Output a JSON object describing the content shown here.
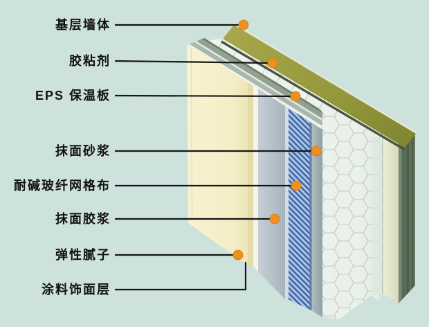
{
  "diagram": {
    "kind": "external-wall-insulation-cutaway",
    "labels": [
      {
        "id": "base-wall",
        "text": "基层墙体"
      },
      {
        "id": "adhesive",
        "text": "胶粘剂"
      },
      {
        "id": "eps-board",
        "text": "EPS 保温板"
      },
      {
        "id": "render-mortar",
        "text": "抹面砂浆"
      },
      {
        "id": "glass-fiber-mesh",
        "text": "耐碱玻纤网格布"
      },
      {
        "id": "render-paste",
        "text": "抹面胶浆"
      },
      {
        "id": "elastic-putty",
        "text": "弹性腻子"
      },
      {
        "id": "paint-finish",
        "text": "涂料饰面层"
      }
    ],
    "colors": {
      "background": "#cde1dd",
      "callout_line": "#161616",
      "marker": "#ee8f1e",
      "marker_edge": "#d07d12",
      "base_wall_olive": "#9a9c40",
      "adhesive_dark": "#4a5540",
      "eps_face": "#edf1ec",
      "hexagon_line": "#b5c2b7",
      "mesh_blue": "#a9c6e6",
      "mesh_hatch": "#2f5298",
      "render_paste_gray": "#b7c3cb",
      "render_mortar_gray": "#a2b2b6",
      "putty_cream": "#f4eec6",
      "side_edge_green": "#5d7257",
      "pale_edge": "#e2e5cb"
    }
  }
}
